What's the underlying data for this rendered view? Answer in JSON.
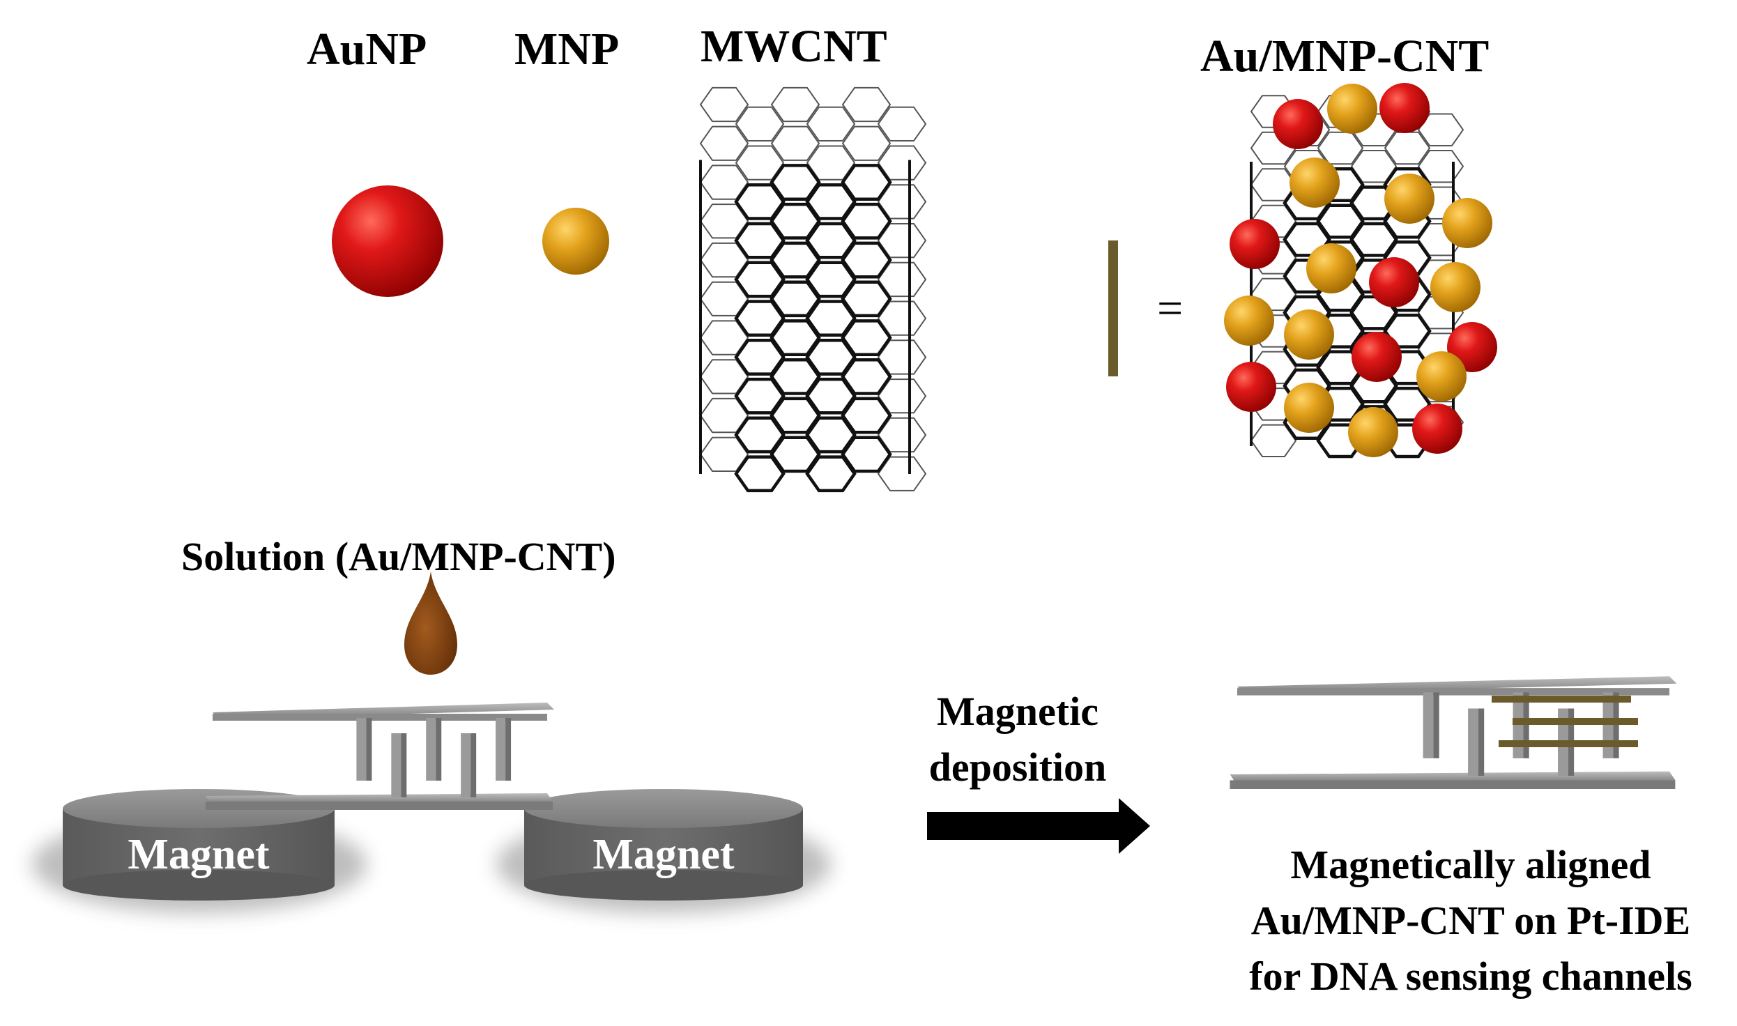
{
  "labels": {
    "aunp": "AuNP",
    "mnp": "MNP",
    "mwcnt": "MWCNT",
    "composite": "Au/MNP-CNT",
    "equals": "=",
    "solution": "Solution (Au/MNP-CNT)",
    "magnet_left": "Magnet",
    "magnet_right": "Magnet",
    "step_line1": "Magnetic",
    "step_line2": "deposition",
    "result_line1": "Magnetically aligned",
    "result_line2": "Au/MNP-CNT on Pt-IDE",
    "result_line3": "for DNA sensing channels"
  },
  "colors": {
    "gold_particle": "#e3a21c",
    "red_particle": "#d41010",
    "droplet": "#7a3c0c",
    "electrode": "#8e8e8e",
    "magnet": "#6e6e6e",
    "aligned_cnt": "#6b5a2a",
    "arrow": "#000000"
  },
  "icons": {
    "aunp": "red-sphere-icon",
    "mnp": "gold-sphere-icon",
    "mwcnt": "nanotube-icon",
    "droplet": "droplet-icon",
    "arrow": "right-arrow-icon"
  }
}
